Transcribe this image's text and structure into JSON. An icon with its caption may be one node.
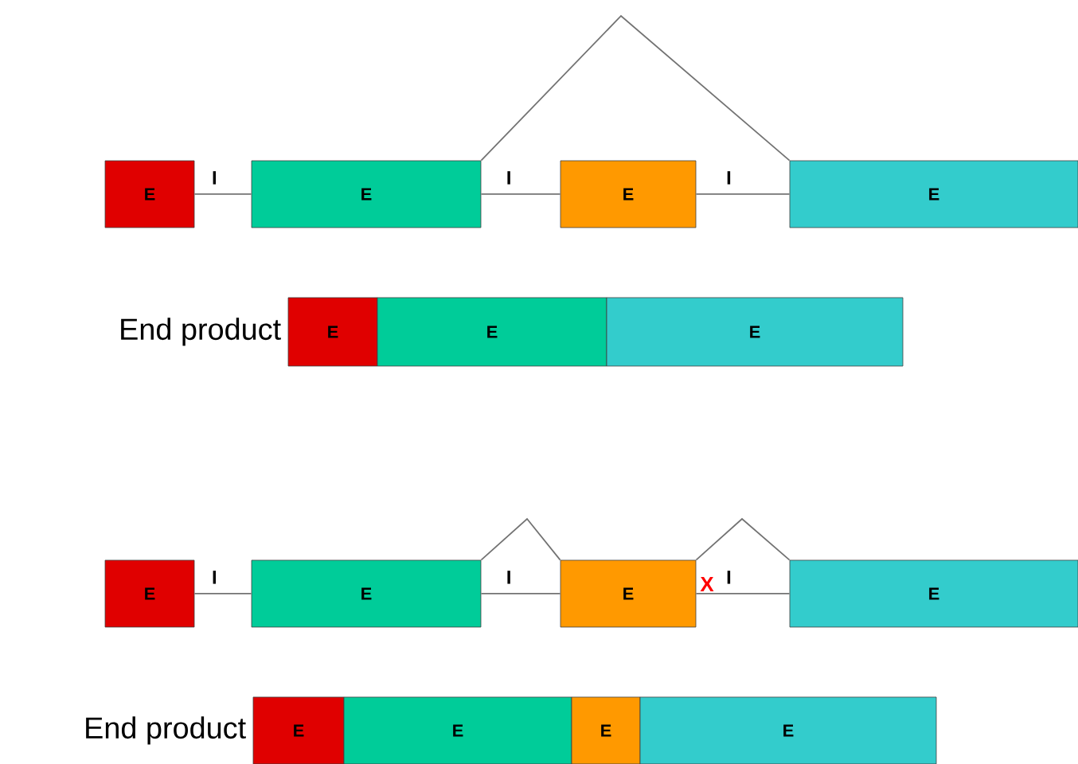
{
  "diagram": {
    "nodes": [
      {
        "text": [
          "E"
        ]
      },
      {
        "text": [
          "E"
        ]
      },
      {
        "text": [
          "E"
        ]
      },
      {
        "text": [
          "E"
        ]
      },
      {
        "text": [
          "E"
        ],
        "beside": [
          "End product"
        ]
      },
      {
        "text": [
          "E"
        ]
      },
      {
        "text": [
          "E"
        ]
      },
      {
        "text": [
          "E"
        ]
      },
      {
        "text": [
          "E"
        ]
      },
      {
        "text": [
          "E"
        ]
      },
      {
        "text": [
          "E"
        ]
      },
      {
        "text": [
          "E"
        ],
        "beside": [
          "End product"
        ]
      },
      {
        "text": [
          "E"
        ]
      },
      {
        "text": [
          "E"
        ]
      },
      {
        "text": [
          "E"
        ]
      }
    ],
    "edges": [
      {
        "from": 0,
        "to": 1,
        "arrow": "none",
        "label": "I"
      },
      {
        "from": 1,
        "to": 2,
        "arrow": "none",
        "label": "I"
      },
      {
        "from": 2,
        "to": 3,
        "arrow": "none",
        "label": "I"
      },
      {
        "from": 1,
        "to": 3,
        "arrow": "none"
      },
      {
        "from": 7,
        "to": 8,
        "arrow": "none",
        "label": "I"
      },
      {
        "from": 8,
        "to": 9,
        "arrow": "none",
        "label": "I"
      },
      {
        "from": 9,
        "to": 10,
        "arrow": "none",
        "label": "I"
      },
      {
        "from": 8,
        "to": 9,
        "arrow": "none"
      },
      {
        "from": 9,
        "to": 10,
        "arrow": "none"
      }
    ],
    "labels": [
      "X"
    ]
  }
}
